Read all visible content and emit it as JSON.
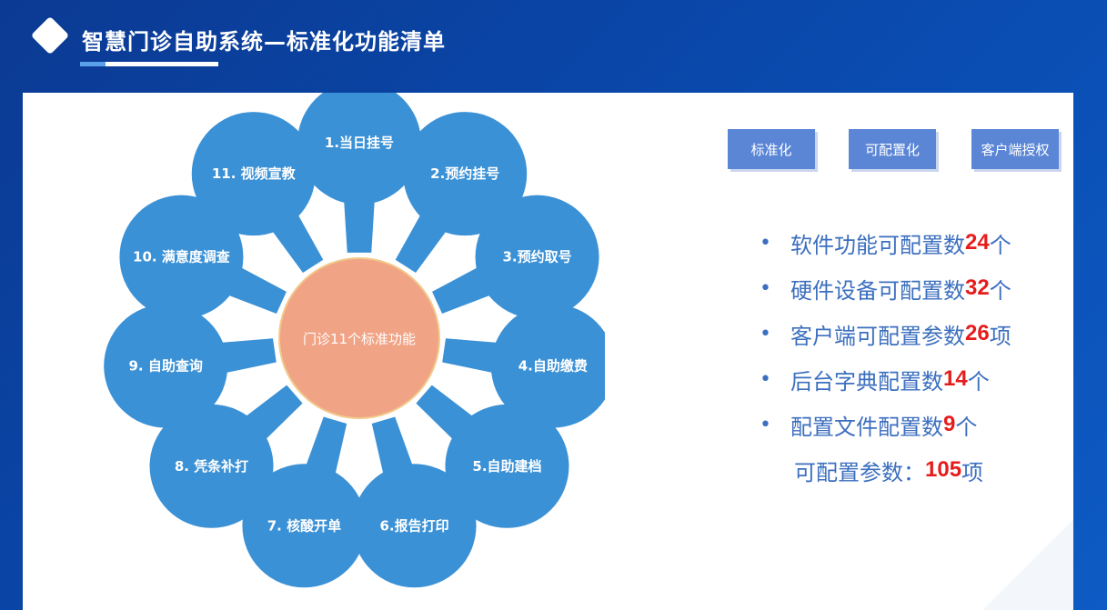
{
  "header": {
    "title": "智慧门诊自助系统—标准化功能清单"
  },
  "diagram": {
    "center_label": "门诊11个标准功能",
    "petals": [
      "1.当日挂号",
      "2.预约挂号",
      "3.预约取号",
      "4.自助缴费",
      "5.自助建档",
      "6.报告打印",
      "7. 核酸开单",
      "8. 凭条补打",
      "9. 自助查询",
      "10. 满意度调查",
      "11. 视频宣教"
    ],
    "colors": {
      "petal": "#3b91d6",
      "center": "#f0a385",
      "center_border": "#f2c98a"
    }
  },
  "tags": [
    "标准化",
    "可配置化",
    "客户端授权"
  ],
  "stats": [
    {
      "label": "软件功能可配置数",
      "value": "24",
      "unit": "个"
    },
    {
      "label": "硬件设备可配置数",
      "value": "32",
      "unit": "个"
    },
    {
      "label": "客户端可配置参数",
      "value": "26",
      "unit": "项"
    },
    {
      "label": "后台字典配置数",
      "value": "14",
      "unit": "个"
    },
    {
      "label": "配置文件配置数",
      "value": "9",
      "unit": "个"
    }
  ],
  "summary": {
    "label": "可配置参数：",
    "value": "105",
    "unit": "项"
  },
  "bullet": "•"
}
